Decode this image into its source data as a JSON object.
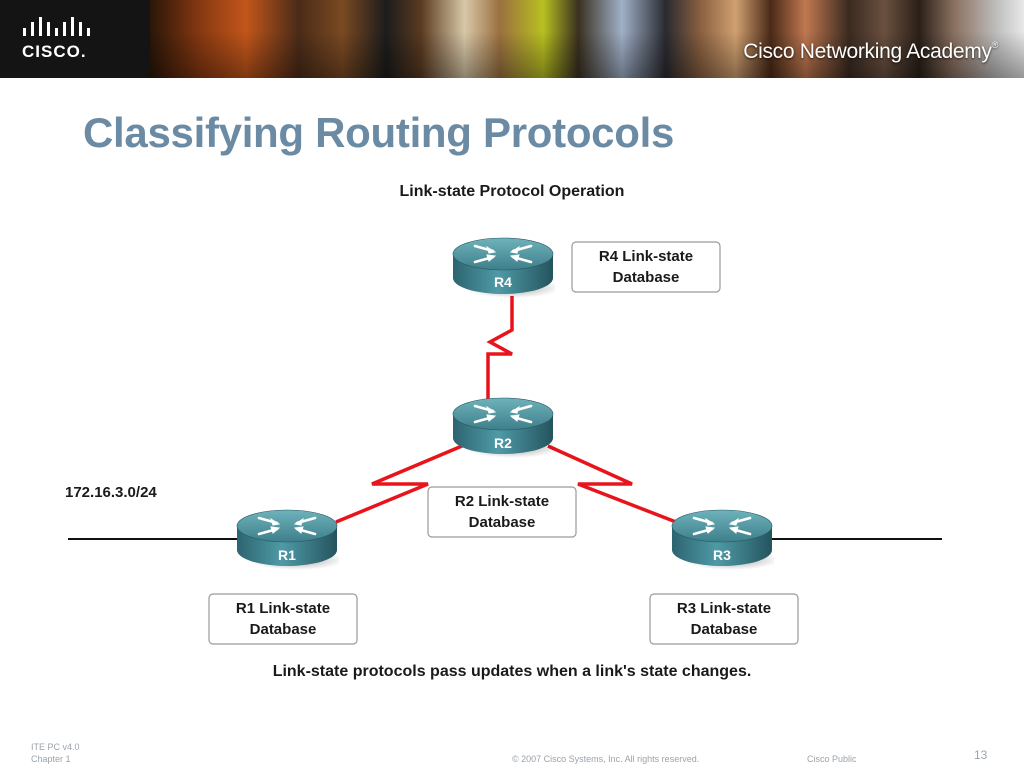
{
  "header": {
    "logo_text": "CISCO.",
    "academy_text": "Cisco Networking Academy",
    "academy_mark": "®"
  },
  "slide": {
    "title": "Classifying Routing Protocols"
  },
  "diagram": {
    "title": "Link-state Protocol Operation",
    "network_label": "172.16.3.0/24",
    "routers": [
      {
        "label": "R4"
      },
      {
        "label": "R2"
      },
      {
        "label": "R1"
      },
      {
        "label": "R3"
      }
    ],
    "databases": [
      {
        "line1": "R4 Link-state",
        "line2": "Database"
      },
      {
        "line1": "R2 Link-state",
        "line2": "Database"
      },
      {
        "line1": "R1 Link-state",
        "line2": "Database"
      },
      {
        "line1": "R3 Link-state",
        "line2": "Database"
      }
    ],
    "caption": "Link-state protocols pass updates when a link's state changes.",
    "serial_link_color": "#e8141c",
    "router_color": "#3f7f8a"
  },
  "footer": {
    "course": "ITE PC v4.0",
    "chapter": "Chapter 1",
    "copyright": "© 2007 Cisco Systems, Inc. All rights reserved.",
    "classification": "Cisco Public",
    "page_number": "13"
  }
}
